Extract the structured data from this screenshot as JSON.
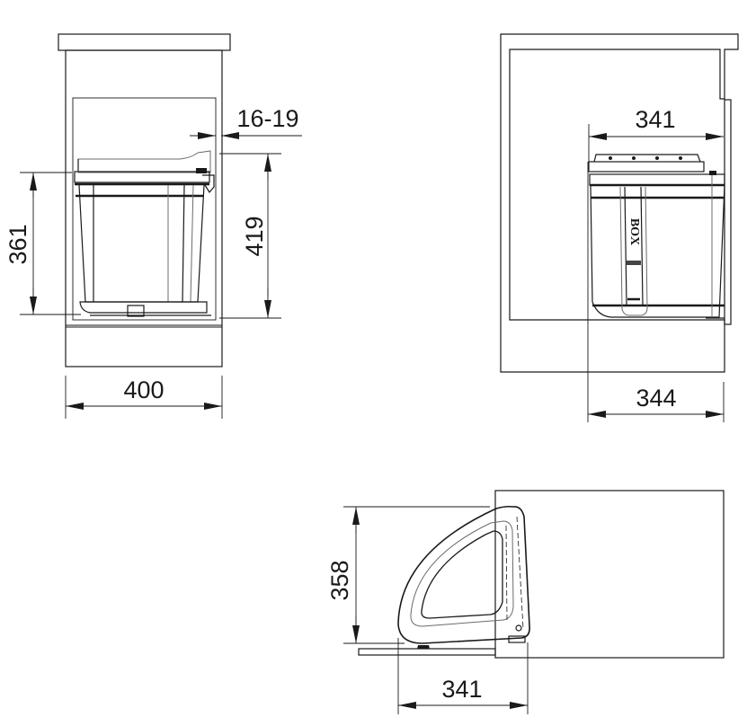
{
  "drawing": {
    "type": "technical-dimension-drawing",
    "units": "mm",
    "line_color": "#1a1a1a",
    "background": "#ffffff"
  },
  "front_view": {
    "dimensions": {
      "cabinet_width": "400",
      "panel_thickness": "16-19",
      "bin_height": "361",
      "overall_height": "419"
    }
  },
  "side_view": {
    "dimensions": {
      "bin_depth": "341",
      "min_cabinet_depth": "344"
    },
    "bin_label": "BOX"
  },
  "top_view": {
    "dimensions": {
      "swing_height": "358",
      "swing_width": "341"
    }
  }
}
